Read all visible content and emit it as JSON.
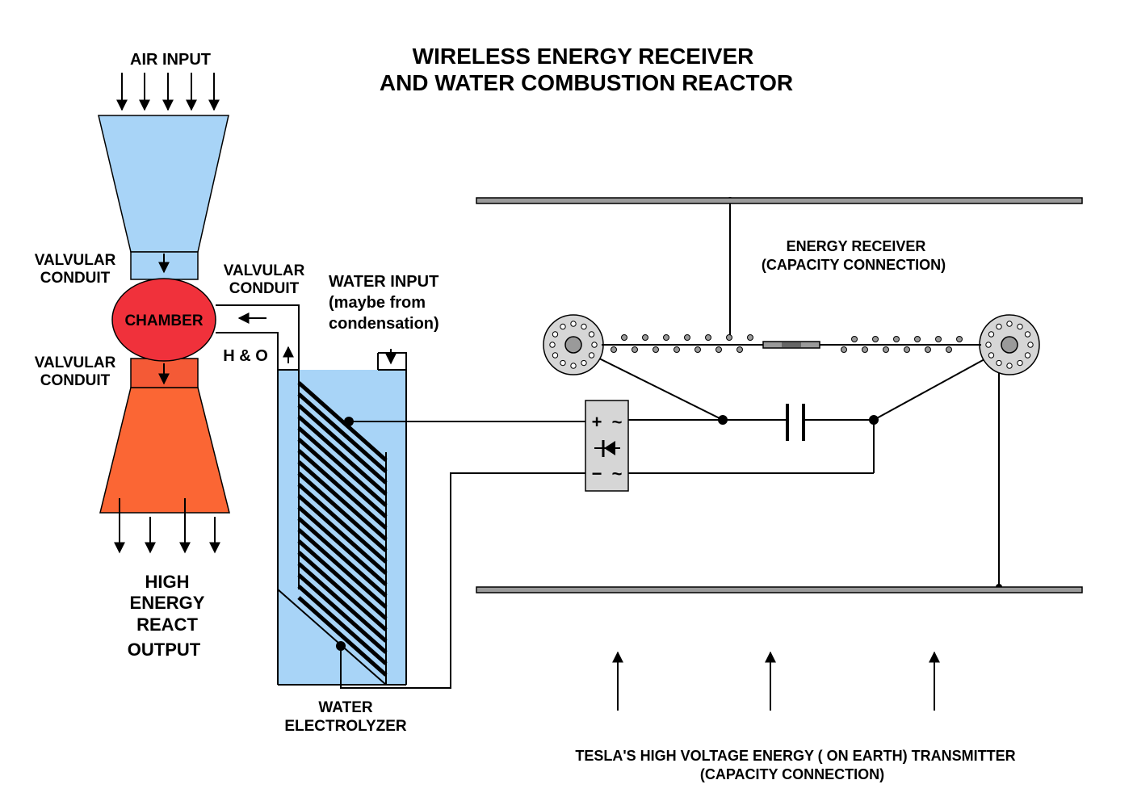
{
  "title": {
    "line1": "WIRELESS ENERGY RECEIVER",
    "line2": "AND WATER COMBUSTION REACTOR"
  },
  "labels": {
    "air_input": "AIR INPUT",
    "valvular_top_1": "VALVULAR",
    "valvular_top_2": "CONDUIT",
    "chamber": "CHAMBER",
    "valvular_bottom_1": "VALVULAR",
    "valvular_bottom_2": "CONDUIT",
    "valvular_side_1": "VALVULAR",
    "valvular_side_2": "CONDUIT",
    "h_and_o": "H & O",
    "water_input_1": "WATER INPUT",
    "water_input_2": "(maybe from",
    "water_input_3": "condensation)",
    "output_1": "HIGH",
    "output_2": "ENERGY",
    "output_3": "REACT",
    "output_4": "OUTPUT",
    "electrolyzer_1": "WATER",
    "electrolyzer_2": "ELECTROLYZER",
    "receiver_1": "ENERGY RECEIVER",
    "receiver_2": "(CAPACITY CONNECTION)",
    "transmitter_1": "TESLA'S HIGH VOLTAGE ENERGY ( ON EARTH) TRANSMITTER",
    "transmitter_2": "(CAPACITY CONNECTION)",
    "rectifier_plus": "+",
    "rectifier_minus": "−",
    "rectifier_ac_top": "~",
    "rectifier_ac_bottom": "~"
  },
  "colors": {
    "air_funnel": "#a8d4f7",
    "chamber": "#f0313b",
    "exhaust": "#fb6634",
    "exhaust_conduit": "#f45a36",
    "water": "#a8d4f7",
    "plate": "#9a9a9a",
    "rectifier": "#d6d6d6"
  }
}
